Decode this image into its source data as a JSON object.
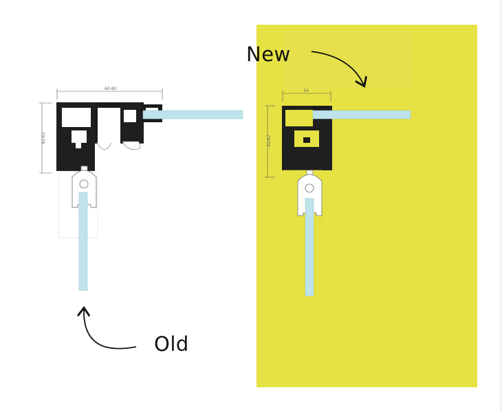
{
  "labels": {
    "new": "New",
    "old": "Old"
  },
  "old_section": {
    "dimension_width": "60-80",
    "dimension_height": "42-62"
  },
  "new_section": {
    "dimension_width": "34",
    "dimension_height": "42-62"
  },
  "colors": {
    "highlight": "#E6E243",
    "profile": "#1f1f1f",
    "glass": "#BEE3EA",
    "background": "#FFFFFF"
  }
}
